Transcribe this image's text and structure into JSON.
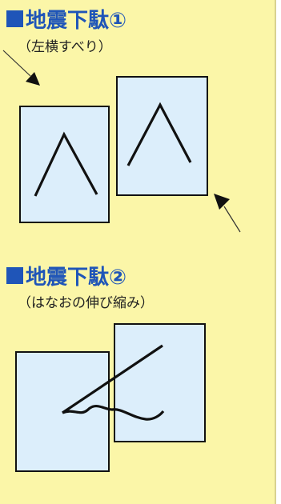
{
  "section1": {
    "title": "地震下駄①",
    "subtitle": "（左横すべり）"
  },
  "section2": {
    "title": "地震下駄②",
    "subtitle": "（はなおの伸び縮み）"
  },
  "colors": {
    "background": "#fbf6a8",
    "heading": "#1f55b8",
    "card": "#dceefb",
    "ink": "#111111"
  }
}
